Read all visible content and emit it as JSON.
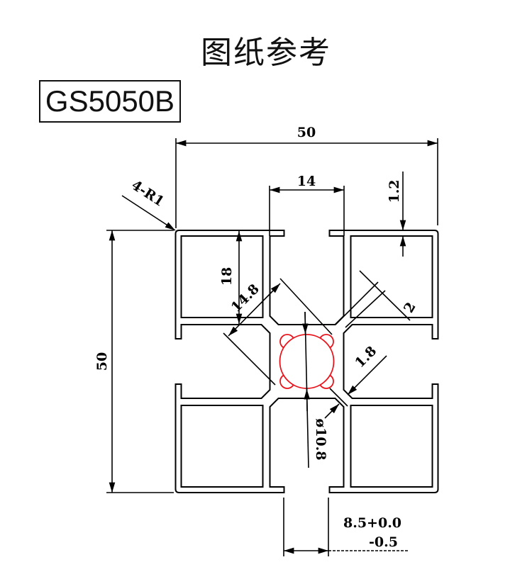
{
  "title": "图纸参考",
  "model": "GS5050B",
  "colors": {
    "line": "#000000",
    "center_hole": "#e8141c"
  },
  "dimensions": {
    "width": "50",
    "height": "50",
    "slot_width": "14",
    "wall_thickness": "1.2",
    "corner_radius": "4-R1",
    "slot_depth": "18",
    "diagonal": "14.8",
    "rib_thickness": "2",
    "web_thickness": "1.8",
    "center_hole": "ø10.8",
    "slot_opening": "8.5+0.0",
    "slot_opening_tol": "-0.5"
  }
}
